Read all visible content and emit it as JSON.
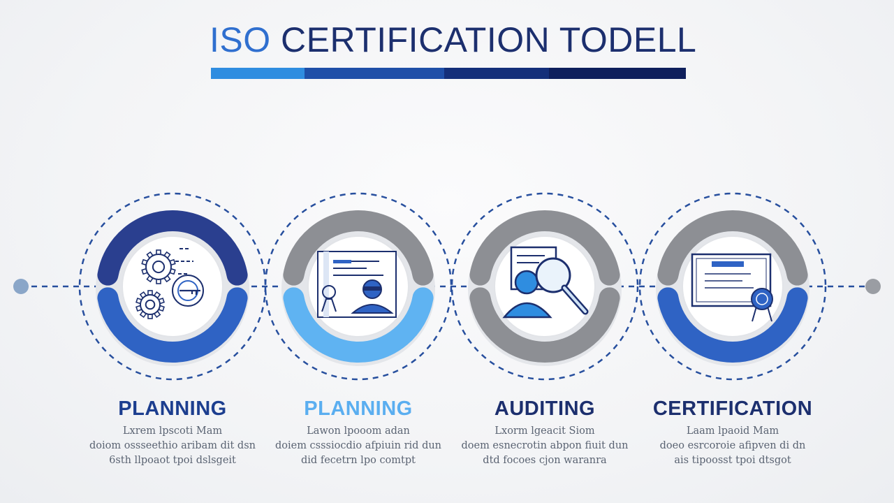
{
  "title": {
    "main": "ISO CERTIFICATION TODELL",
    "accent_prefix": "ISO"
  },
  "colors": {
    "navy": "#1c2f6e",
    "blue": "#2f63c4",
    "light_blue": "#5fb3f2",
    "gray": "#8d8f94",
    "dash": "#274f9e",
    "text_gray": "#5a6372"
  },
  "title_bar": [
    "#2f8de0",
    "#1f4fa8",
    "#142f7a",
    "#0e1f5c"
  ],
  "steps": [
    {
      "title": "PLANNING",
      "title_color": "#1c3e8f",
      "icon": "gears-key-icon",
      "top_arc_color": "#2a3f8f",
      "bottom_arc_color": "#2f63c4",
      "lines": [
        "Lxrem lpscoti Mam",
        "doiom ossseethio aribam dit dsn",
        "6sth llpoaot tpoi dslsgeit"
      ]
    },
    {
      "title": "PLANNING",
      "title_color": "#5aaef0",
      "icon": "document-profile-icon",
      "top_arc_color": "#8d8f94",
      "bottom_arc_color": "#5fb3f2",
      "lines": [
        "Lawon lpooom adan",
        "doiem csssiocdio afpiuin rid dun",
        "did fecetrn lpo comtpt"
      ]
    },
    {
      "title": "AUDITING",
      "title_color": "#1c2f6e",
      "icon": "user-magnifier-icon",
      "top_arc_color": "#8d8f94",
      "bottom_arc_color": "#8d8f94",
      "lines": [
        "Lxorm lgeacit Siom",
        "doem esnecrotin abpon fiuit dun",
        "dtd focoes cjon waranra"
      ]
    },
    {
      "title": "CERTIFICATION",
      "title_color": "#1c2f6e",
      "icon": "certificate-seal-icon",
      "top_arc_color": "#8d8f94",
      "bottom_arc_color": "#2f63c4",
      "lines": [
        "Laam lpaoid Mam",
        "doeo esrcoroie afipven di dn",
        "ais tipoosst tpoi dtsgot"
      ]
    }
  ]
}
